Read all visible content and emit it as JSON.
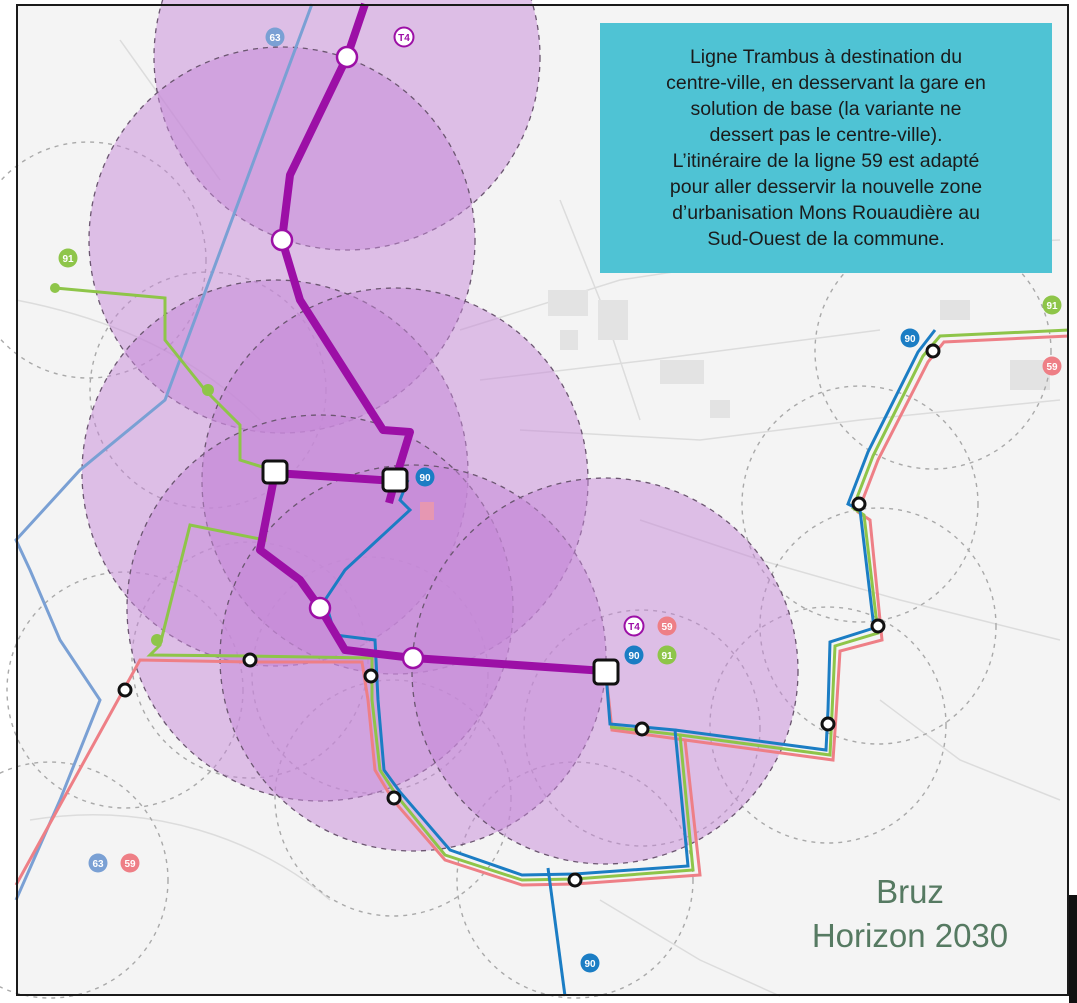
{
  "info_box": {
    "lines": [
      "Ligne Trambus à destination du",
      "centre-ville, en desservant la gare en",
      "solution de base (la variante ne",
      "dessert pas le centre-ville).",
      "L’itinéraire de la ligne 59 est adapté",
      "pour aller desservir la nouvelle zone",
      "d’urbanisation Mons Rouaudière au",
      "Sud-Ouest de la commune."
    ]
  },
  "title": {
    "line1": "Bruz",
    "line2": "Horizon 2030"
  },
  "lines": {
    "t4": {
      "label": "T4",
      "color": "#9c0fa6"
    },
    "l59": {
      "label": "59",
      "color": "#ee7f86"
    },
    "l63": {
      "label": "63",
      "color": "#7aa0d4"
    },
    "l90": {
      "label": "90",
      "color": "#1b7dc4"
    },
    "l91": {
      "label": "91",
      "color": "#8ec549"
    }
  },
  "colors": {
    "catchment_fill": "#c687d8",
    "catchment_stroke": "#6b5670",
    "station_fill": "#ffffff",
    "background": "#f3f3f3"
  }
}
